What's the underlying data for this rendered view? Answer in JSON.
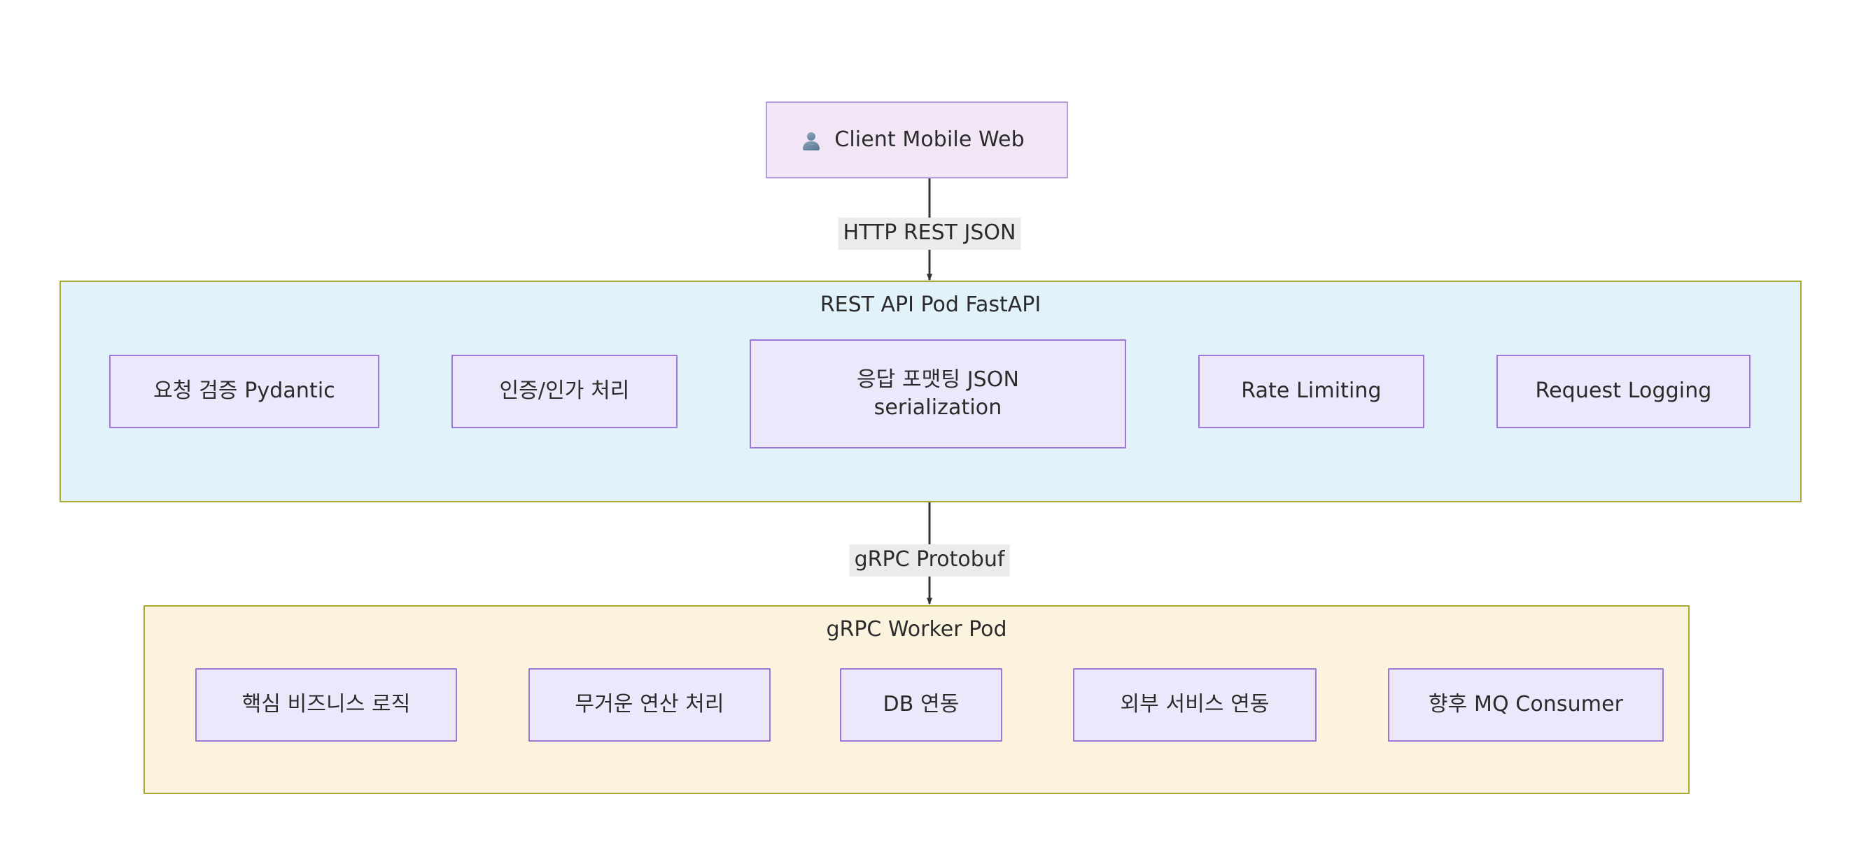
{
  "diagram": {
    "type": "flowchart",
    "direction": "top-down",
    "background": "#ffffff",
    "palette": {
      "node_fill": "#ece7fb",
      "node_border": "#9b79d4",
      "client_fill": "#f2e6f6",
      "client_border": "#b69cdf",
      "cluster_border": "#aaaa33",
      "rest_cluster_fill": "#e2f2fb",
      "worker_cluster_fill": "#fcf3df",
      "edge_stroke": "#333333",
      "edge_label_bg": "#ebebeb",
      "text": "#2b2b2b"
    }
  },
  "client": {
    "icon": "person-icon",
    "label": "Client Mobile Web"
  },
  "edges": [
    {
      "id": "client-to-rest",
      "label": "HTTP REST JSON",
      "from": "Client Mobile Web",
      "to": "REST API Pod FastAPI"
    },
    {
      "id": "rest-to-worker",
      "label": "gRPC Protobuf",
      "from": "REST API Pod FastAPI",
      "to": "gRPC Worker Pod"
    }
  ],
  "clusters": [
    {
      "id": "rest-api-pod",
      "title": "REST API Pod FastAPI",
      "nodes": [
        {
          "id": "request-validation",
          "label": "요청 검증 Pydantic"
        },
        {
          "id": "authn-authz",
          "label": "인증/인가 처리"
        },
        {
          "id": "response-formatting",
          "label": "응답 포맷팅 JSON\nserialization"
        },
        {
          "id": "rate-limiting",
          "label": "Rate Limiting"
        },
        {
          "id": "request-logging",
          "label": "Request Logging"
        }
      ]
    },
    {
      "id": "grpc-worker-pod",
      "title": "gRPC Worker Pod",
      "nodes": [
        {
          "id": "core-business-logic",
          "label": "핵심 비즈니스 로직"
        },
        {
          "id": "heavy-computation",
          "label": "무거운 연산 처리"
        },
        {
          "id": "db-integration",
          "label": "DB 연동"
        },
        {
          "id": "external-service-integration",
          "label": "외부 서비스 연동"
        },
        {
          "id": "future-mq-consumer",
          "label": "향후 MQ Consumer"
        }
      ]
    }
  ]
}
